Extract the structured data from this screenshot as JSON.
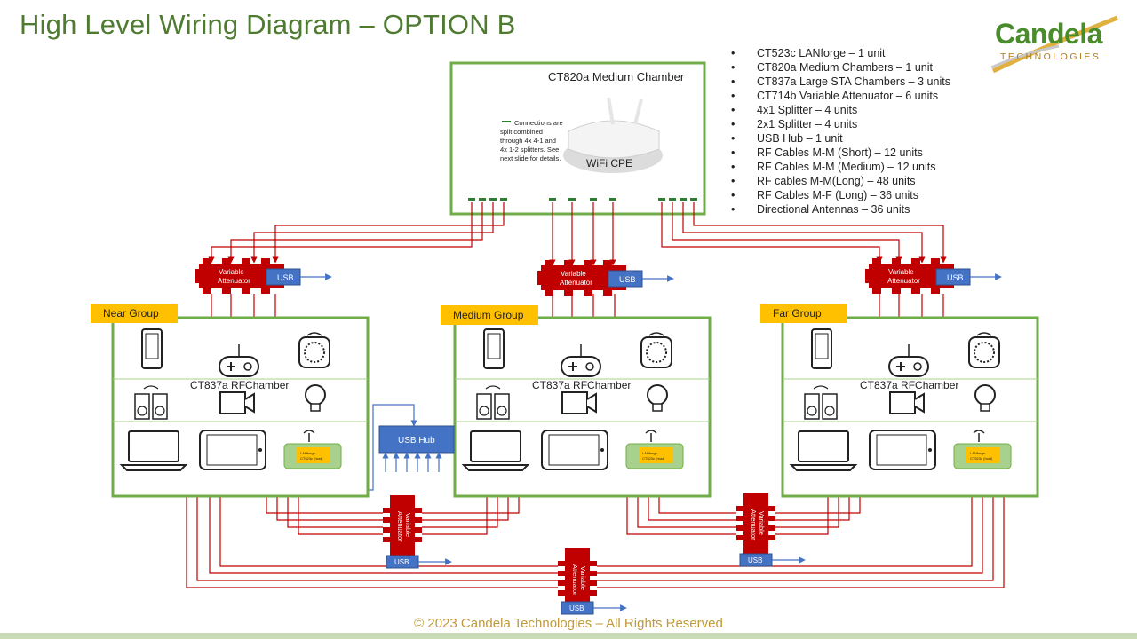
{
  "title": "High Level Wiring Diagram – OPTION B",
  "logo": {
    "name": "Candela",
    "tagline": "TECHNOLOGIES"
  },
  "bom": [
    "CT523c LANforge – 1 unit",
    "CT820a Medium Chambers – 1 unit",
    "CT837a Large STA Chambers – 3 units",
    "CT714b Variable Attenuator – 6 units",
    "4x1 Splitter – 4 units",
    "2x1 Splitter – 4 units",
    "USB Hub – 1 unit",
    "RF Cables M-M (Short) – 12 units",
    "RF Cables M-M (Medium) – 12 units",
    "RF cables M-M(Long) – 48 units",
    "RF Cables M-F (Long) – 36 units",
    "Directional Antennas – 36 units"
  ],
  "cpe_chamber": {
    "label": "CT820a Medium Chamber",
    "device": "WiFi CPE",
    "note_lines": [
      "Connections are",
      "split combined",
      "through 4x 4-1 and",
      "4x 1-2 splitters. See",
      "next slide for details."
    ]
  },
  "attenuator_label_line1": "Variable",
  "attenuator_label_line2": "Attenuator",
  "usb_label": "USB",
  "usb_hub_label": "USB Hub",
  "groups": [
    {
      "name": "Near Group",
      "chamber": "CT837a RFChamber",
      "lanforge": "LANforge CT523c (host)"
    },
    {
      "name": "Medium Group",
      "chamber": "CT837a RFChamber",
      "lanforge": "LANforge CT523c (host)"
    },
    {
      "name": "Far Group",
      "chamber": "CT837a RFChamber",
      "lanforge": "LANforge CT523c (host)"
    }
  ],
  "colors": {
    "title": "#4e7a31",
    "chamber_border": "#70ad47",
    "cable": "#c00000",
    "usb": "#4472c4",
    "group_tag": "#ffc000"
  },
  "footer": "© 2023 Candela Technologies – All Rights Reserved"
}
